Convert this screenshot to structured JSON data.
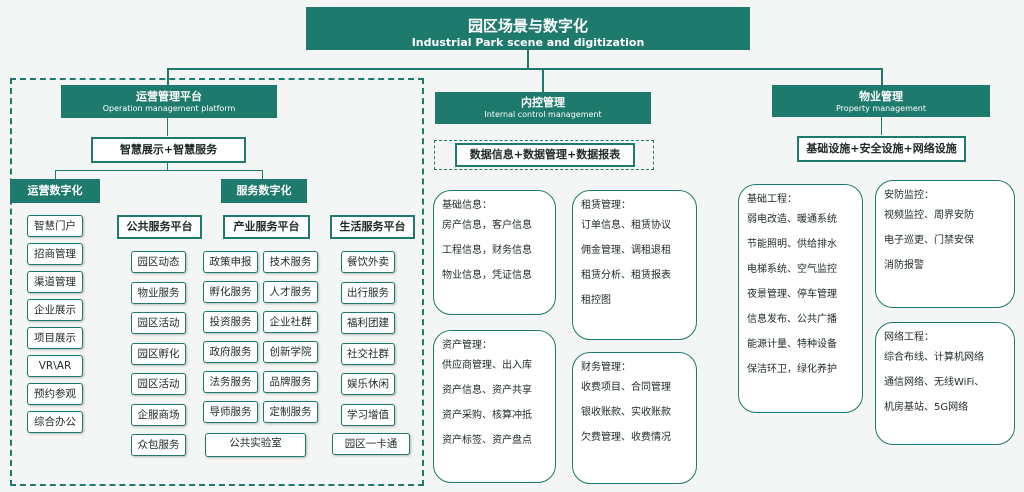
{
  "title": {
    "zh": "园区场景与数字化",
    "en": "Industrial Park scene and digitization"
  },
  "operation": {
    "header": {
      "zh": "运营管理平台",
      "en": "Operation management platform"
    },
    "sub": "智慧展示+智慧服务",
    "digital_ops": "运营数字化",
    "service_digital": "服务数字化",
    "left_items": [
      "智慧门户",
      "招商管理",
      "渠道管理",
      "企业展示",
      "项目展示",
      "VR\\AR",
      "预约参观",
      "综合办公"
    ],
    "public": {
      "header": "公共服务平台",
      "items": [
        "园区动态",
        "物业服务",
        "园区活动",
        "园区孵化",
        "园区活动",
        "企服商场",
        "众包服务"
      ]
    },
    "industry": {
      "header": "产业服务平台",
      "items": [
        "政策申报",
        "技术服务",
        "孵化服务",
        "人才服务",
        "投资服务",
        "企业社群",
        "政府服务",
        "创新学院",
        "法务服务",
        "品牌服务",
        "导师服务",
        "定制服务"
      ],
      "bottom": "公共实验室"
    },
    "life": {
      "header": "生活服务平台",
      "items": [
        "餐饮外卖",
        "出行服务",
        "福利团建",
        "社交社群",
        "娱乐休闲",
        "学习增值",
        "园区一卡通"
      ]
    }
  },
  "internal": {
    "header": {
      "zh": "内控管理",
      "en": "Internal control management"
    },
    "sub": "数据信息+数据管理+数据报表",
    "cards": {
      "basic": {
        "title": "基础信息：",
        "rows": [
          "房产信息，客户信息",
          "工程信息，财务信息",
          "物业信息，凭证信息"
        ]
      },
      "lease": {
        "title": "租赁管理：",
        "rows": [
          "订单信息、租赁协议",
          "佣金管理、调租退租",
          "租赁分析、租赁报表",
          "租控图"
        ]
      },
      "asset": {
        "title": "资产管理：",
        "rows": [
          "供应商管理、出入库",
          "资产信息、资产共享",
          "资产采购、核算冲抵",
          "资产标签、资产盘点"
        ]
      },
      "finance": {
        "title": "财务管理：",
        "rows": [
          "收费项目、合同管理",
          "银收账款、实收账款",
          "欠费管理、收费情况"
        ]
      }
    }
  },
  "property": {
    "header": {
      "zh": "物业管理",
      "en": "Property management"
    },
    "sub": "基础设施+安全设施+网络设施",
    "cards": {
      "infra": {
        "title": "基础工程：",
        "rows": [
          "弱电改造、暖通系统",
          "节能照明、供给排水",
          "电梯系统、空气监控",
          "夜景管理、停车管理",
          "信息发布、公共广播",
          "能源计量、特种设备",
          "保洁环卫，绿化养护"
        ]
      },
      "security": {
        "title": "安防监控：",
        "rows": [
          "视频监控、周界安防",
          "电子巡更、门禁安保",
          "消防报警"
        ]
      },
      "network": {
        "title": "网络工程：",
        "rows": [
          "综合布线、计算机网络",
          "通信网络、无线WiFi、",
          "机房基站、5G网络"
        ]
      }
    }
  },
  "colors": {
    "primary": "#1d7a6c",
    "background": "#f4f6f5"
  }
}
